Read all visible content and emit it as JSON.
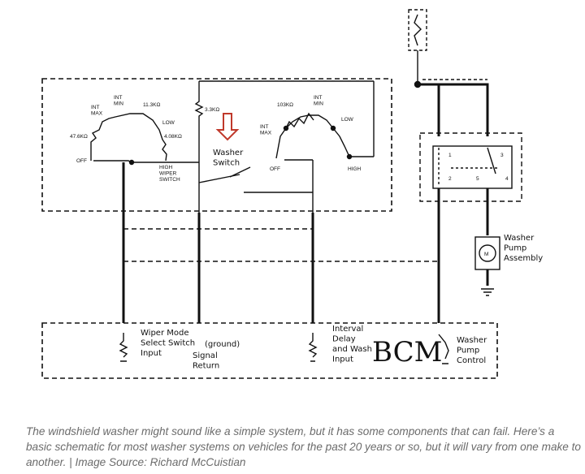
{
  "diagram": {
    "wiper_switch": {
      "int_max": "INT\nMAX",
      "int_min": "INT\nMIN",
      "r1": "11.3KΩ",
      "low": "LOW",
      "r2": "4.08KΩ",
      "r3": "47.6KΩ",
      "off": "OFF",
      "high_label": "HIGH\nWIPER\nSWITCH"
    },
    "r_3k3": "3.3KΩ",
    "washer_switch_label": "Washer\nSwitch",
    "interval_switch": {
      "int_min": "INT\nMIN",
      "r_103k": "103KΩ",
      "low": "LOW",
      "int_max": "INT\nMAX",
      "off": "OFF",
      "high": "HIGH"
    },
    "relay_pins": [
      "1",
      "2",
      "3",
      "4",
      "5"
    ],
    "pump_label": "Washer\nPump\nAssembly",
    "pump_symbol": "M",
    "bcm": {
      "title": "BCM",
      "wiper_input": "Wiper Mode\nSelect Switch\nInput",
      "ground": "(ground)",
      "signal_return": "Signal\nReturn",
      "interval_input": "Interval\nDelay\nand Wash\nInput",
      "pump_control": "Washer\nPump\nControl"
    }
  },
  "caption": "The windshield washer might sound like a simple system, but it has some components that can fail. Here’s a basic schematic for most washer systems on vehicles for the past 20 years or so, but it will vary from one make to another. | Image Source: Richard McCuistian"
}
